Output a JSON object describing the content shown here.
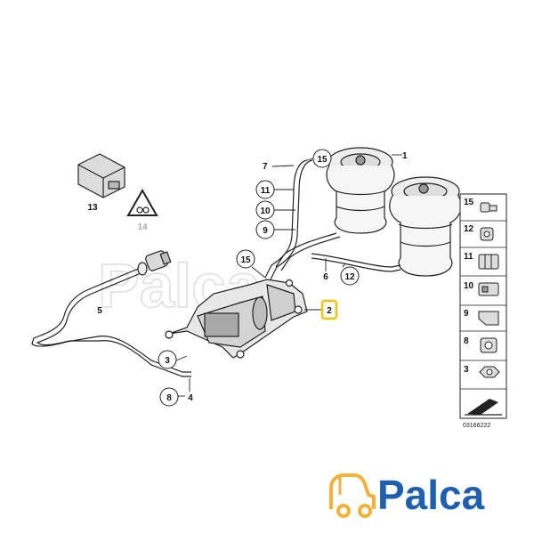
{
  "diagram": {
    "callouts": {
      "c1": "1",
      "c2": "2",
      "c3": "3",
      "c4": "4",
      "c5": "5",
      "c6": "6",
      "c7": "7",
      "c8": "8",
      "c9": "9",
      "c10": "10",
      "c11": "11",
      "c12": "12",
      "c13": "13",
      "c14": "14",
      "c15a": "15",
      "c15b": "15"
    },
    "side_panel": [
      "15",
      "12",
      "11",
      "10",
      "9",
      "8",
      "3"
    ],
    "drawing_code": "03166222",
    "watermark": "Palca"
  },
  "logo": {
    "text": "Palca",
    "colors": {
      "blue": "#1f5fb0",
      "orange": "#f3b13a"
    }
  },
  "highlight_color": "#f2c40f"
}
